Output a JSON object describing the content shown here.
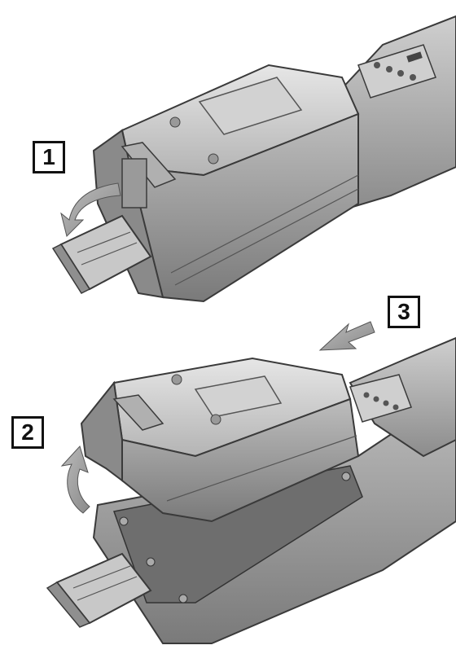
{
  "steps": [
    {
      "number": "1"
    },
    {
      "number": "2"
    },
    {
      "number": "3"
    }
  ],
  "colors": {
    "body_light": "#d9d9d9",
    "body_mid": "#a8a8a8",
    "body_dark": "#6e6e6e",
    "outline": "#3a3a3a",
    "arrow": "#9a9a9a",
    "badge_border": "#111111"
  }
}
